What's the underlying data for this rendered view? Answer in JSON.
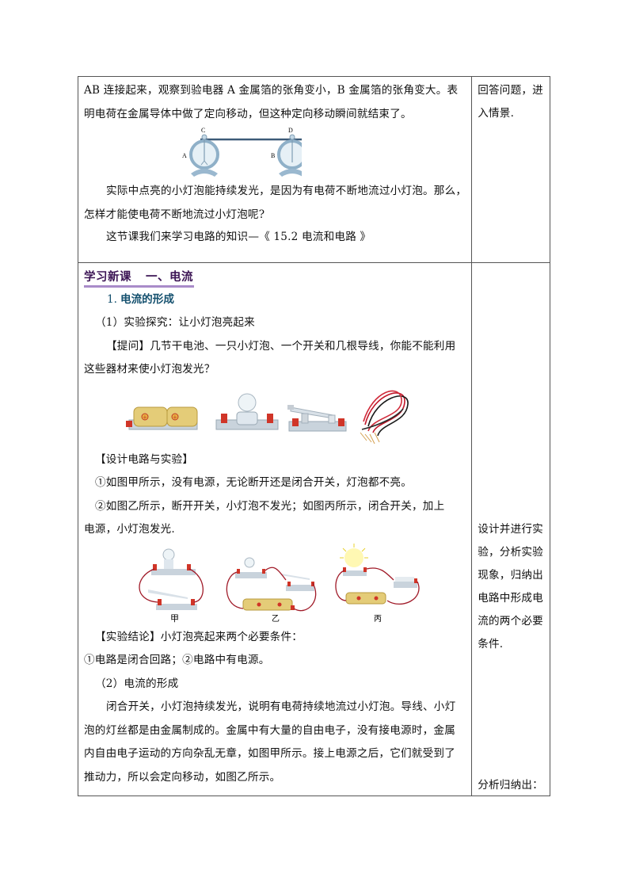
{
  "row1": {
    "main": {
      "line1": "AB 连接起来，观察到验电器 A 金属箔的张角变小，B 金属箔的张角变大。表",
      "line2": "明电荷在金属导体中做了定向移动，但这种定向移动瞬间就结束了。",
      "figure_electroscope": {
        "labels": {
          "c": "C",
          "d": "D",
          "a": "A",
          "b": "B"
        }
      },
      "para2_line1": "实际中点亮的小灯泡能持续发光，是因为有电荷不断地流过小灯泡。那么，",
      "para2_line2": "怎样才能使电荷不断地流过小灯泡呢?",
      "para3": "这节课我们来学习电路的知识—《 15.2 电流和电路 》"
    },
    "side": {
      "text": "回答问题，进入情景."
    }
  },
  "row2": {
    "main": {
      "heading_part1": "学习新课",
      "heading_part2": "一、电流",
      "subsection_number": "1.",
      "subsection_title": "电流的形成",
      "experiment_title": "（1）实验探究：让小灯泡亮起来",
      "question_line1": "【提问】几节干电池、一只小灯泡、一个开关和几根导线，你能不能利用",
      "question_line2": "这些器材来使小灯泡发光？",
      "figure_components": [
        "battery-holder",
        "bulb-socket",
        "knife-switch",
        "wires"
      ],
      "design_title": "【设计电路与实验】",
      "design_item1": "①如图甲所示，没有电源，无论断开还是闭合开关，灯泡都不亮。",
      "design_item2_line1": "②如图乙所示，断开开关，小灯泡不发光；如图丙所示，闭合开关，加上",
      "design_item2_line2": "电源，小灯泡发光.",
      "figure_circuits": {
        "captions": [
          "甲",
          "乙",
          "丙"
        ]
      },
      "conclusion_title": "【实验结论】小灯泡亮起来两个必要条件：",
      "conclusion_items": "①电路是闭合回路；②电路中有电源。",
      "formation_title": "（2）电流的形成",
      "formation_line1": "闭合开关，小灯泡持续发光，说明有电荷持续地流过小灯泡。导线、小灯",
      "formation_line2": "泡的灯丝都是由金属制成的。金属中有大量的自由电子，没有接电源时，金属",
      "formation_line3": "内自由电子运动的方向杂乱无章，如图甲所示。接上电源之后，它们就受到了",
      "formation_line4": "推动力，所以会定向移动，如图乙所示。"
    },
    "side": {
      "text1": "设计并进行实验，分析实验现象，归纳出电路中形成电流的两个必要条件.",
      "text2": "分析归纳出："
    }
  },
  "colors": {
    "heading": "#3b1454",
    "heading_underline": "#a98bc9",
    "subhead": "#14506e",
    "border": "#555555"
  }
}
